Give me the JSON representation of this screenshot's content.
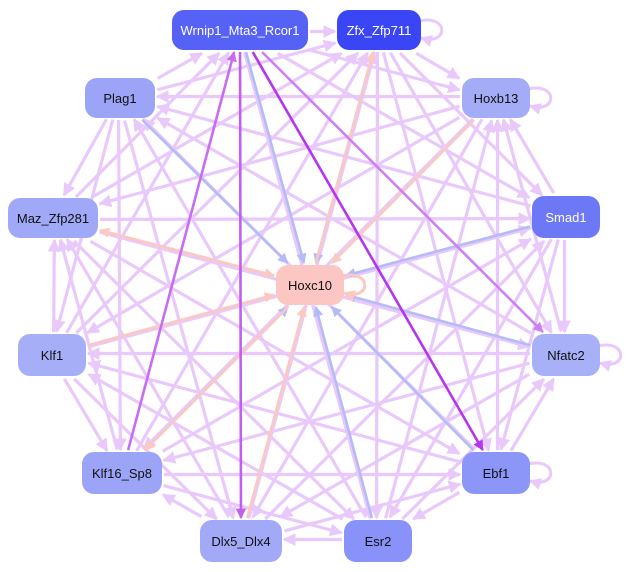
{
  "colors": {
    "light": "#e9c8fb",
    "blue": "#b4bcf8",
    "peach": "#fcc9c0",
    "purple1": "#b534f0",
    "purple2": "#c35ef2",
    "purple3": "#c86df2",
    "purple4": "#cc80f2"
  },
  "nodes": [
    {
      "label": "Wrnip1_Mta3_Rcor1",
      "fill": "#5662f6",
      "text": "#ffffff"
    },
    {
      "label": "Zfx_Zfp711",
      "fill": "#3a46f6",
      "text": "#ffffff"
    },
    {
      "label": "Plag1",
      "fill": "#9ca4f8",
      "text": "#111111"
    },
    {
      "label": "Hoxb13",
      "fill": "#a4acf8",
      "text": "#111111"
    },
    {
      "label": "Maz_Zfp281",
      "fill": "#a0a8f8",
      "text": "#111111"
    },
    {
      "label": "Smad1",
      "fill": "#6d78f6",
      "text": "#ffffff"
    },
    {
      "label": "Hoxc10",
      "fill": "#fcc6c2",
      "text": "#111111"
    },
    {
      "label": "Klf1",
      "fill": "#a6aef8",
      "text": "#111111"
    },
    {
      "label": "Nfatc2",
      "fill": "#a8b0f8",
      "text": "#111111"
    },
    {
      "label": "Klf16_Sp8",
      "fill": "#9ca4f8",
      "text": "#111111"
    },
    {
      "label": "Ebf1",
      "fill": "#8c96f8",
      "text": "#111111"
    },
    {
      "label": "Dlx5_Dlx4",
      "fill": "#a2aaf8",
      "text": "#111111"
    },
    {
      "label": "Esr2",
      "fill": "#8892f8",
      "text": "#111111"
    }
  ],
  "light_edges": [
    [
      0,
      1
    ],
    [
      0,
      2
    ],
    [
      0,
      3
    ],
    [
      0,
      4
    ],
    [
      0,
      5
    ],
    [
      0,
      7
    ],
    [
      0,
      12
    ],
    [
      1,
      2
    ],
    [
      1,
      3
    ],
    [
      1,
      4
    ],
    [
      1,
      5
    ],
    [
      1,
      7
    ],
    [
      1,
      8
    ],
    [
      1,
      9
    ],
    [
      1,
      10
    ],
    [
      1,
      11
    ],
    [
      1,
      12
    ],
    [
      2,
      3
    ],
    [
      2,
      4
    ],
    [
      2,
      5
    ],
    [
      2,
      7
    ],
    [
      2,
      8
    ],
    [
      2,
      9
    ],
    [
      2,
      10
    ],
    [
      2,
      11
    ],
    [
      2,
      12
    ],
    [
      3,
      4
    ],
    [
      3,
      5
    ],
    [
      3,
      7
    ],
    [
      3,
      8
    ],
    [
      3,
      9
    ],
    [
      3,
      10
    ],
    [
      3,
      11
    ],
    [
      3,
      12
    ],
    [
      4,
      5
    ],
    [
      4,
      7
    ],
    [
      4,
      8
    ],
    [
      4,
      9
    ],
    [
      4,
      10
    ],
    [
      4,
      11
    ],
    [
      4,
      12
    ],
    [
      5,
      7
    ],
    [
      5,
      8
    ],
    [
      5,
      9
    ],
    [
      5,
      10
    ],
    [
      5,
      11
    ],
    [
      5,
      12
    ],
    [
      7,
      8
    ],
    [
      7,
      9
    ],
    [
      7,
      10
    ],
    [
      7,
      11
    ],
    [
      7,
      12
    ],
    [
      8,
      9
    ],
    [
      8,
      10
    ],
    [
      8,
      11
    ],
    [
      8,
      12
    ],
    [
      9,
      10
    ],
    [
      9,
      11
    ],
    [
      9,
      12
    ],
    [
      10,
      11
    ],
    [
      10,
      12
    ],
    [
      11,
      12
    ]
  ],
  "color_edges": [
    [
      0,
      6,
      "blue"
    ],
    [
      1,
      6,
      "blue"
    ],
    [
      2,
      6,
      "blue"
    ],
    [
      3,
      6,
      "peach"
    ],
    [
      4,
      6,
      "peach"
    ],
    [
      5,
      6,
      "blue"
    ],
    [
      7,
      6,
      "peach"
    ],
    [
      8,
      6,
      "blue"
    ],
    [
      9,
      6,
      "blue"
    ],
    [
      10,
      6,
      "blue"
    ],
    [
      11,
      6,
      "peach"
    ],
    [
      12,
      6,
      "blue"
    ],
    [
      6,
      1,
      "peach"
    ],
    [
      6,
      4,
      "peach"
    ],
    [
      6,
      9,
      "peach"
    ],
    [
      0,
      10,
      "purple1"
    ],
    [
      0,
      11,
      "purple2"
    ],
    [
      9,
      0,
      "purple3"
    ],
    [
      0,
      8,
      "purple4"
    ]
  ],
  "self_loops": [
    [
      1,
      "light"
    ],
    [
      3,
      "light"
    ],
    [
      6,
      "peach"
    ],
    [
      8,
      "light"
    ],
    [
      10,
      "light"
    ]
  ]
}
